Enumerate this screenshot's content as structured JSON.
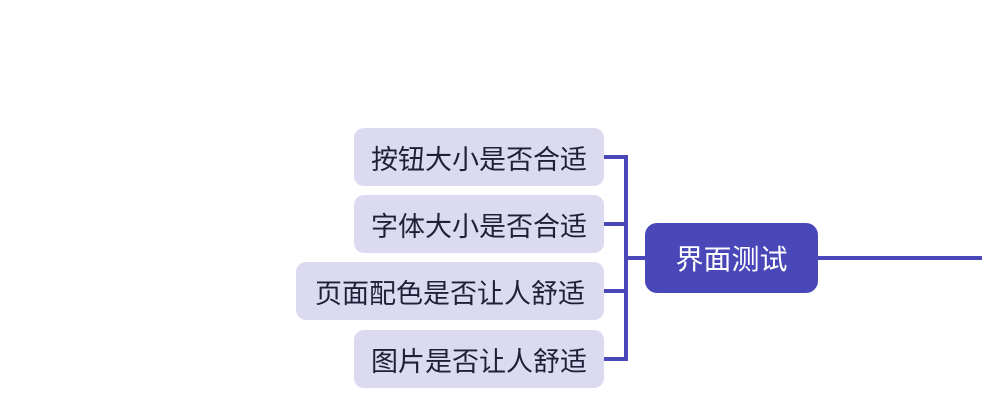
{
  "mindmap": {
    "root": {
      "label": "界面测试"
    },
    "children": [
      {
        "label": "按钮大小是否合适"
      },
      {
        "label": "字体大小是否合适"
      },
      {
        "label": "页面配色是否让人舒适"
      },
      {
        "label": "图片是否让人舒适"
      }
    ]
  },
  "colors": {
    "accent": "#4a47b8",
    "root_fill": "#4a47b8",
    "root_text": "#ffffff",
    "child_fill": "#dcdaf0",
    "child_text": "#1f1f3a",
    "connector": "#4a47b8",
    "background": "#ffffff"
  }
}
